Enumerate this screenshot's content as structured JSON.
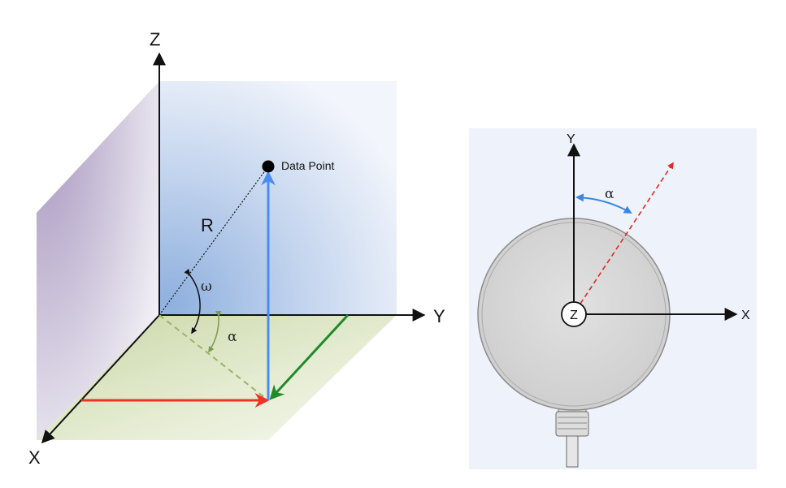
{
  "left_diagram": {
    "axis_z": "Z",
    "axis_y": "Y",
    "axis_x": "X",
    "point_label": "Data Point",
    "radius_label": "R",
    "omega_label": "ω",
    "alpha_label": "α"
  },
  "right_diagram": {
    "axis_y": "Y",
    "axis_x": "X",
    "center_label": "Z",
    "alpha_label": "α"
  },
  "colors": {
    "x_component": "#ee3322",
    "y_component": "#1f8a2a",
    "z_component": "#4a8df0",
    "projection": "#9bb56a",
    "alpha_arc_right": "#3a86e0",
    "direction_line": "#e02a1f",
    "panel_bg": "#eef2fb",
    "sensor_body": "#d9d9d9"
  }
}
